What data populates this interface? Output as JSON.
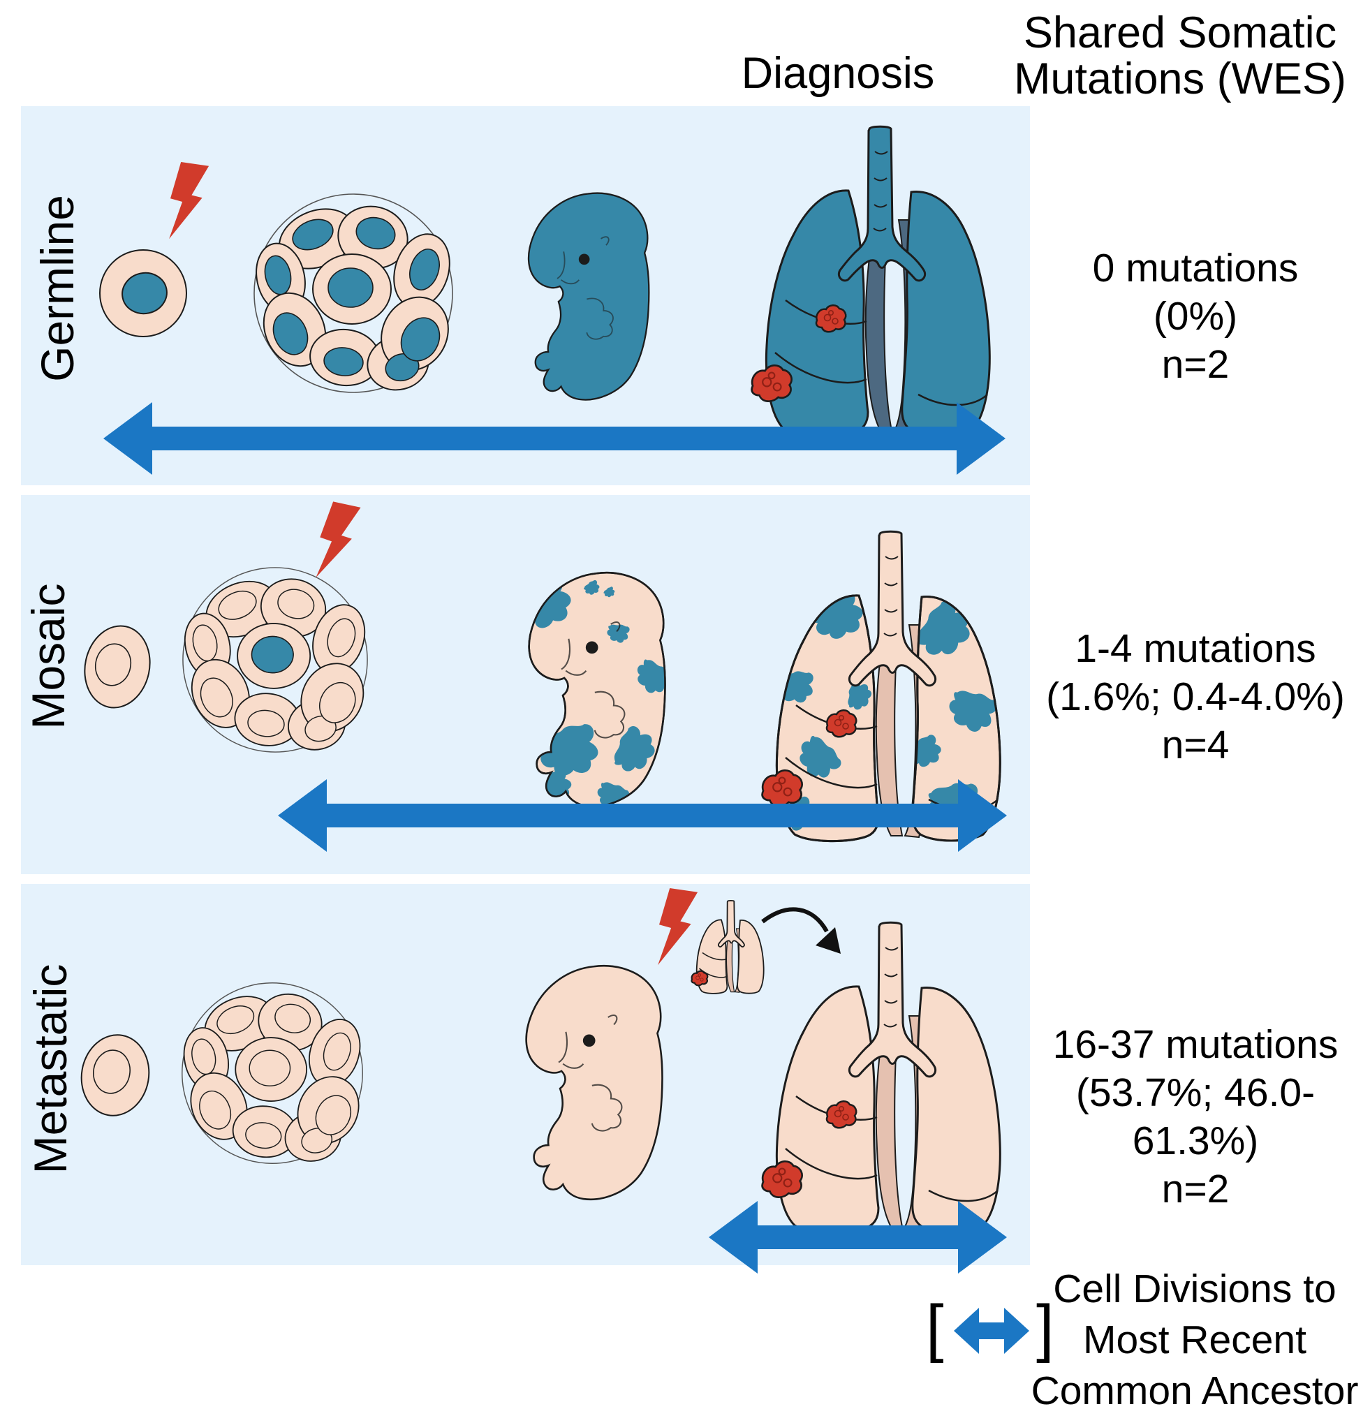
{
  "header": {
    "diagnosis": "Diagnosis",
    "shared_somatic_line1": "Shared Somatic",
    "shared_somatic_line2": "Mutations (WES)"
  },
  "rows": [
    {
      "label": "Germline",
      "mutations": "0 mutations",
      "range": "(0%)",
      "n": "n=2"
    },
    {
      "label": "Mosaic",
      "mutations": "1-4 mutations",
      "range": "(1.6%; 0.4-4.0%)",
      "n": "n=4"
    },
    {
      "label": "Metastatic",
      "mutations": "16-37 mutations",
      "range": "(53.7%; 46.0-61.3%)",
      "n": "n=2"
    }
  ],
  "legend": {
    "bracket_left": "[",
    "bracket_right": "]",
    "caption_line1": "Cell Divisions to",
    "caption_line2": "Most Recent",
    "caption_line3": "Common Ancestor"
  },
  "icons": {
    "lightning": "mutation-event-lightning-icon",
    "double_arrow": "cell-divisions-double-arrow",
    "curved_arrow": "metastasis-curved-arrow"
  },
  "colors": {
    "panel_bg": "#e5f2fc",
    "teal": "#3688a8",
    "slate": "#4d6981",
    "peach": "#f8dccb",
    "peach_shadow": "#e5c1b0",
    "red": "#d13b2b",
    "tumor_detail": "#8f2015",
    "arrow_blue": "#1b77c4",
    "ink": "#1c1c1c"
  }
}
